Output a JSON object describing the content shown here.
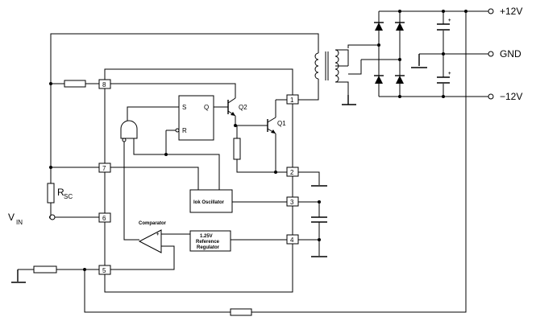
{
  "pins": {
    "p1": "1",
    "p2": "2",
    "p3": "3",
    "p4": "4",
    "p5": "5",
    "p6": "6",
    "p7": "7",
    "p8": "8"
  },
  "blocks": {
    "oscillator": "Iok Oscillator",
    "reference_line1": "1.25V",
    "reference_line2": "Reference",
    "reference_line3": "Regulator",
    "comparator": "Comparator",
    "flipflop_s": "S",
    "flipflop_r": "R",
    "flipflop_q": "Q"
  },
  "transistors": {
    "q2": "Q2",
    "q1": "Q1"
  },
  "labels": {
    "rsc_main": "R",
    "rsc_sub": "SC",
    "vin_main": "V",
    "vin_sub": "IN",
    "plus12": "+12V",
    "gnd": "GND",
    "minus12": "−12V",
    "comp_plus": "+"
  }
}
